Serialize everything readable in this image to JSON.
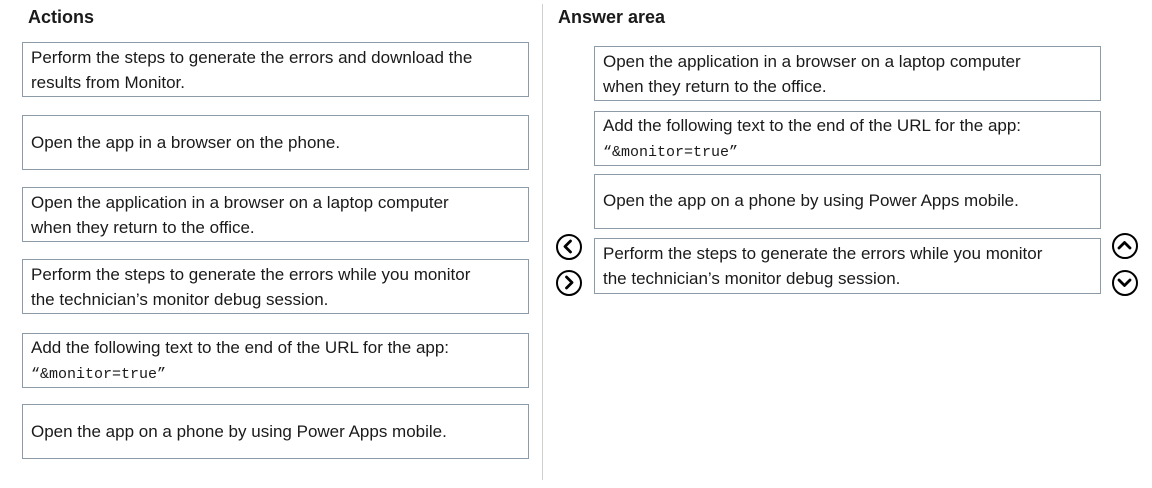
{
  "actions": {
    "title": "Actions",
    "items": [
      {
        "line1": "Perform the steps to generate the errors and download the",
        "line2": "results from Monitor."
      },
      {
        "line1": "Open the app in a browser on the phone.",
        "line2": ""
      },
      {
        "line1": "Open the application in a browser on a laptop computer",
        "line2": "when they return to the office."
      },
      {
        "line1": "Perform the steps to generate the errors while you monitor",
        "line2": "the technician’s monitor debug session."
      },
      {
        "line1": "Add the following text to the end of the URL for the app:",
        "line2": "“&monitor=true”"
      },
      {
        "line1": "Open the app on a phone by using Power Apps mobile.",
        "line2": ""
      }
    ]
  },
  "answer_area": {
    "title": "Answer area",
    "items": [
      {
        "line1": "Open the application in a browser on a laptop computer",
        "line2": "when they return to the office."
      },
      {
        "line1": "Add the following text to the end of the URL for the app:",
        "line2": "“&monitor=true”"
      },
      {
        "line1": "Open the app on a phone by using Power Apps mobile.",
        "line2": ""
      },
      {
        "line1": "Perform the steps to generate the errors while you monitor",
        "line2": "the technician’s monitor debug session."
      }
    ]
  },
  "controls": {
    "move_left_icon": "chevron-left-circle",
    "move_right_icon": "chevron-right-circle",
    "move_up_icon": "chevron-up-circle",
    "move_down_icon": "chevron-down-circle"
  }
}
